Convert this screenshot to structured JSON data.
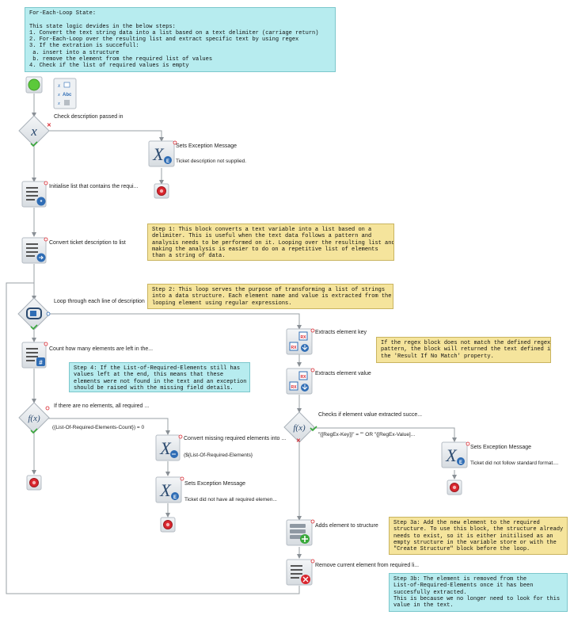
{
  "notes": {
    "intro": "For-Each-Loop State:\n\nThis state logic devides in the below steps:\n1. Convert the text string data into a list based on a text delimiter (carriage return)\n2. For-Each-Loop over the resulting list and extract specific text by using regex\n3. If the extration is succefull:\n a. insert into a structure\n b. remove the element from the required list of values\n4. Check if the list of required values is empty",
    "step1": "Step 1: This block converts a text variable into a list based on a\ndelimiter. This is useful when the text data follows a pattern and\nanalysis needs to be performed on it. Looping over the resulting list and\nmaking the analysis is easier to do on a repetitive list of elements\nthan a string of data.",
    "step2": "Step 2: This loop serves the purpose of transforming a list of strings\ninto a data structure. Each element name and value is extracted from the\nlooping element using regular expressions.",
    "regex": "If the regex block does not match the defined regex\npattern, the block will returned the text defined in\nthe 'Result If No Match' property.",
    "step4": "Step 4: If the List-of-Required-Elements still has\nvalues left at the end, this means that these\nelements were not found in the text and an exception\nshould be raised with the missing field details.",
    "step3a": "Step 3a: Add the new element to the required\nstructure. To use this block, the structure already\nneeds to exist, so it is either initilised as an\nempty structure in the variable store or with the\n\"Create Structure\" block before the loop.",
    "step3b": "Step 3b: The element is removed from the\nList-of-Required-Elements once it has been\nsuccesfully extracted.\nThis is because we no longer need to look for this\nvalue in the text."
  },
  "labels": {
    "check_desc": "Check description passed in",
    "sets_exc_1": "Sets Exception Message",
    "ticket_not_supplied": "Ticket description not supplied.",
    "init_list": "Initialise list that contains the requi...",
    "convert_ticket": "Convert ticket description to list",
    "loop_each": "Loop through each line of description",
    "count_elements": "Count how many elements are left in the...",
    "if_no_elements": "If there are no elements, all required ...",
    "condition_count": "({List-Of-Required-Elements-Count}) = 0",
    "convert_missing": "Convert missing required elements into ...",
    "list_of_required": "(${List-Of-Required-Elements}",
    "sets_exc_2": "Sets Exception Message",
    "ticket_not_all": "Ticket did not have all required elemen...",
    "extract_key": "Extracts element key",
    "extract_value": "Extracts element value",
    "check_value": "Checks if element value extracted succe...",
    "condition_regex": "\"{[RegEx-Key]}\" = \"\" OR \"{[RegEx-Value]...",
    "sets_exc_3": "Sets Exception Message",
    "ticket_not_follow": "Ticket did not follow standard format....",
    "add_element": "Adds element to structure",
    "remove_element": "Remove current element from required li..."
  },
  "palette": {
    "note_cyan": "#b7ecef",
    "note_yellow": "#f5e49c",
    "icon_gray": "#9aa4ae",
    "accent_blue": "#2f6db5",
    "stop_red": "#d9262e",
    "start_green": "#5cc93b",
    "check_green": "#38a83a",
    "edge_gray": "#9aa0a6"
  }
}
